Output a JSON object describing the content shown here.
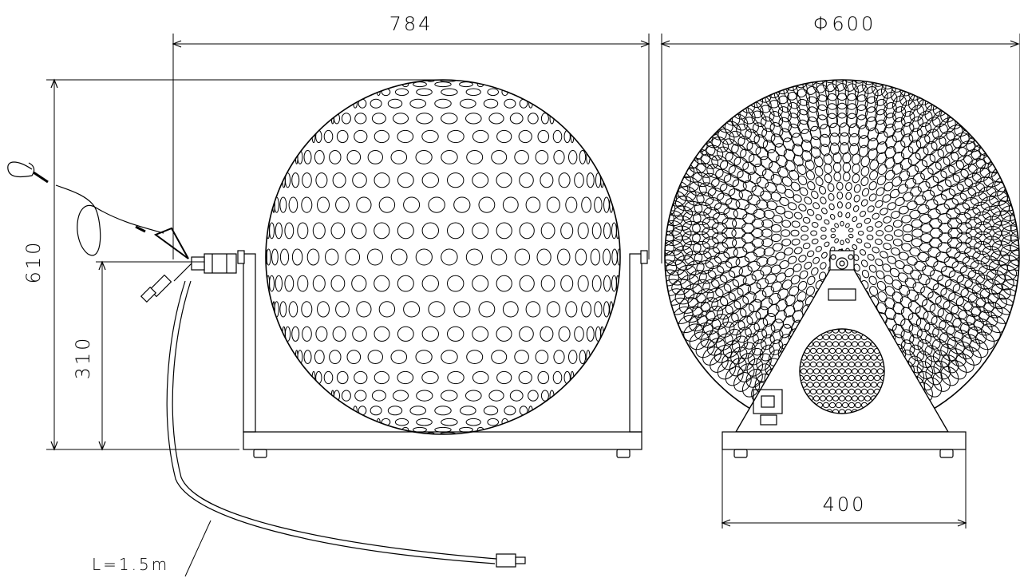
{
  "drawing": {
    "dim_width": "784",
    "dim_diameter": "Φ600",
    "dim_height": "610",
    "dim_pivot": "310",
    "dim_base": "400",
    "cable_label": "L=1.5m"
  }
}
